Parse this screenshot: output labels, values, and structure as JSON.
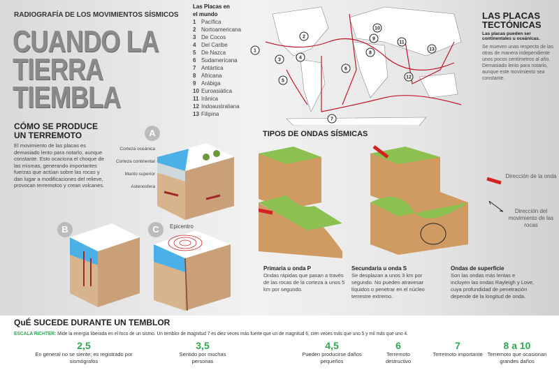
{
  "kicker": "RADIOGRAFÍA DE LOS MOVIMIENTOS SÍSMICOS",
  "title": [
    "CUANDO LA",
    "TIERRA",
    "TIEMBLA"
  ],
  "plates": {
    "heading": "Las Placas en el mundo",
    "items": [
      {
        "n": "1",
        "name": "Pacífica"
      },
      {
        "n": "2",
        "name": "Nortoamericana"
      },
      {
        "n": "3",
        "name": "De Cocos"
      },
      {
        "n": "4",
        "name": "Del Caribe"
      },
      {
        "n": "5",
        "name": "De Nazca"
      },
      {
        "n": "6",
        "name": "Sudamericana"
      },
      {
        "n": "7",
        "name": "Antártica"
      },
      {
        "n": "8",
        "name": "Africana"
      },
      {
        "n": "9",
        "name": "Arábiga"
      },
      {
        "n": "10",
        "name": "Euroasiática"
      },
      {
        "n": "11",
        "name": "Irânica"
      },
      {
        "n": "12",
        "name": "Indoaustraliana"
      },
      {
        "n": "13",
        "name": "Filipina"
      }
    ]
  },
  "tectonic": {
    "title": "LAS PLACAS TECTÓNICAS",
    "sub": "Las placas pueden ser continentales u oceánicas.",
    "body": "Se mueven unas respecto de las otras de manera independiente unos pocos centímetros al año. Demasiado lento para notarlo, aunque este movimiento sea constante."
  },
  "how": {
    "title": "CÓMO SE PRODUCE UN TERREMOTO",
    "body": "El movimiento de las placas es demasiado lento para notarlo, aunque constante. Esto ocaciona el choque de las mismas, generando importantes fuerzas que actúan sobre las rocas y dan lugar a modificaciones del relieve, provocan terremotos y crean volcanes."
  },
  "diagram": {
    "a": "A",
    "b": "B",
    "c": "C",
    "labels": [
      "Corteza oceánica",
      "Corteza continental",
      "Manto superior",
      "Astenosfera"
    ],
    "epicentro": "Epicentro"
  },
  "waves": {
    "title": "TIPOS DE ONDAS SÍSMICAS",
    "items": [
      {
        "title": "Primaria u onda P",
        "body": "Ondas rápidas que pasan a través de las rocas de la corteza a unos 5 km por segundo."
      },
      {
        "title": "Secundaria u onda S",
        "body": "Se desplazan a unos 3 km por segundo. No pueden atravesar líquidos o penetrar en el núcleo terrestre extremo."
      },
      {
        "title": "Ondas de superficie",
        "body": "Son las ondas más lentas e incluyen las ondas Rayleigh y Love, cuya profundidad de penetración depende de la longitud de onda."
      }
    ],
    "legend": [
      "Dirección de la onda",
      "Dirección del movimiento de las rocas"
    ]
  },
  "bottom": {
    "title": "QuÉ SUCEDE DURANTE UN TEMBLOR",
    "richter_label": "ESCALA RICHTER:",
    "richter_text": " Mide la energía liberada en el foco de un sismo. Un temblor de magnitud 7 es diez veces más fuerte que un de magnitud 6, cien veces más que uno 5 y mil más que uno 4.",
    "scale": [
      {
        "v": "2,5",
        "t": "En general no se siente; es registrado por sismógrafos"
      },
      {
        "v": "3,5",
        "t": "Sentido por muchas personas"
      },
      {
        "v": "4,5",
        "t": "Pueden producirse daños pequeños"
      },
      {
        "v": "6",
        "t": "Terremoto destructivo"
      },
      {
        "v": "7",
        "t": "Terremoto importante"
      },
      {
        "v": "8 a 10",
        "t": "Terremoto que ocasionan grandes daños"
      }
    ]
  },
  "colors": {
    "accent": "#2fa64f",
    "arrow": "#d32222",
    "plate_line": "#c0182a"
  }
}
